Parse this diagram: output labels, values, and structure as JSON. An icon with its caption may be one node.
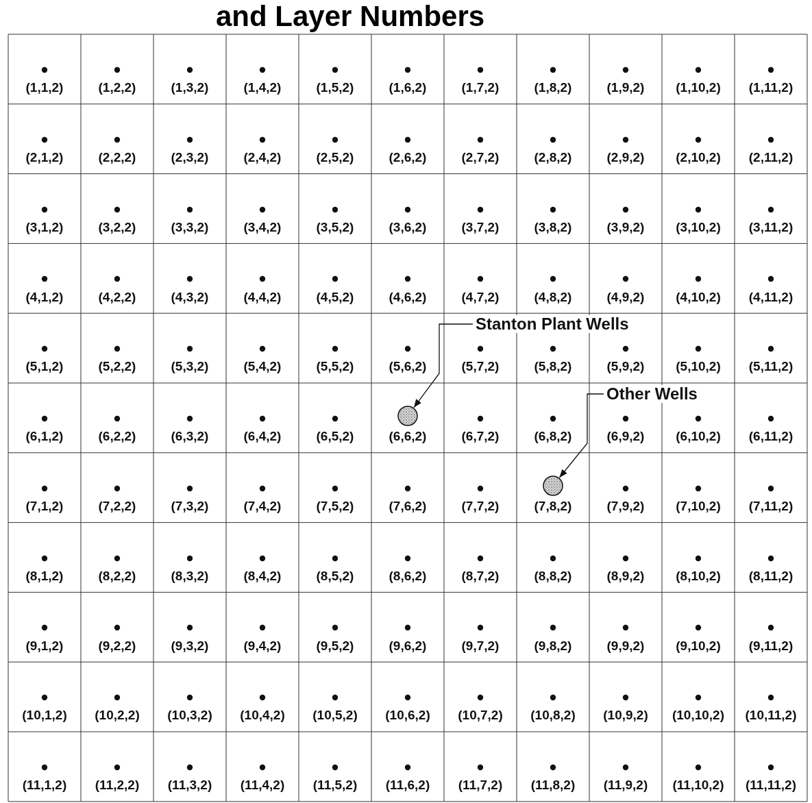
{
  "diagram": {
    "title": "and Layer Numbers",
    "nodes": [
      {
        "text": [
          "(1,1,2)"
        ]
      },
      {
        "text": [
          "(1,2,2)"
        ]
      },
      {
        "text": [
          "(1,3,2)"
        ]
      },
      {
        "text": [
          "(1,4,2)"
        ]
      },
      {
        "text": [
          "(1,5,2)"
        ]
      },
      {
        "text": [
          "(1,6,2)"
        ]
      },
      {
        "text": [
          "(1,7,2)"
        ]
      },
      {
        "text": [
          "(1,8,2)"
        ]
      },
      {
        "text": [
          "(1,9,2)"
        ]
      },
      {
        "text": [
          "(1,10,2)"
        ]
      },
      {
        "text": [
          "(1,11,2)"
        ]
      },
      {
        "text": [
          "(2,1,2)"
        ]
      },
      {
        "text": [
          "(2,2,2)"
        ]
      },
      {
        "text": [
          "(2,3,2)"
        ]
      },
      {
        "text": [
          "(2,4,2)"
        ]
      },
      {
        "text": [
          "(2,5,2)"
        ]
      },
      {
        "text": [
          "(2,6,2)"
        ]
      },
      {
        "text": [
          "(2,7,2)"
        ]
      },
      {
        "text": [
          "(2,8,2)"
        ]
      },
      {
        "text": [
          "(2,9,2)"
        ]
      },
      {
        "text": [
          "(2,10,2)"
        ]
      },
      {
        "text": [
          "(2,11,2)"
        ]
      },
      {
        "text": [
          "(3,1,2)"
        ]
      },
      {
        "text": [
          "(3,2,2)"
        ]
      },
      {
        "text": [
          "(3,3,2)"
        ]
      },
      {
        "text": [
          "(3,4,2)"
        ]
      },
      {
        "text": [
          "(3,5,2)"
        ]
      },
      {
        "text": [
          "(3,6,2)"
        ]
      },
      {
        "text": [
          "(3,7,2)"
        ]
      },
      {
        "text": [
          "(3,8,2)"
        ]
      },
      {
        "text": [
          "(3,9,2)"
        ]
      },
      {
        "text": [
          "(3,10,2)"
        ]
      },
      {
        "text": [
          "(3,11,2)"
        ]
      },
      {
        "text": [
          "(4,1,2)"
        ]
      },
      {
        "text": [
          "(4,2,2)"
        ]
      },
      {
        "text": [
          "(4,3,2)"
        ]
      },
      {
        "text": [
          "(4,4,2)"
        ]
      },
      {
        "text": [
          "(4,5,2)"
        ]
      },
      {
        "text": [
          "(4,6,2)"
        ]
      },
      {
        "text": [
          "(4,7,2)"
        ]
      },
      {
        "text": [
          "(4,8,2)"
        ]
      },
      {
        "text": [
          "(4,9,2)"
        ]
      },
      {
        "text": [
          "(4,10,2)"
        ]
      },
      {
        "text": [
          "(4,11,2)"
        ]
      },
      {
        "text": [
          "(5,1,2)"
        ]
      },
      {
        "text": [
          "(5,2,2)"
        ]
      },
      {
        "text": [
          "(5,3,2)"
        ]
      },
      {
        "text": [
          "(5,4,2)"
        ]
      },
      {
        "text": [
          "(5,5,2)"
        ]
      },
      {
        "text": [
          "(5,6,2)"
        ]
      },
      {
        "text": [
          "(5,7,2)"
        ]
      },
      {
        "text": [
          "(5,8,2)"
        ]
      },
      {
        "text": [
          "(5,9,2)"
        ]
      },
      {
        "text": [
          "(5,10,2)"
        ]
      },
      {
        "text": [
          "(5,11,2)"
        ]
      },
      {
        "text": [
          "(6,1,2)"
        ]
      },
      {
        "text": [
          "(6,2,2)"
        ]
      },
      {
        "text": [
          "(6,3,2)"
        ]
      },
      {
        "text": [
          "(6,4,2)"
        ]
      },
      {
        "text": [
          "(6,5,2)"
        ]
      },
      {
        "text": [
          "(6,6,2)"
        ]
      },
      {
        "text": [
          "(6,7,2)"
        ]
      },
      {
        "text": [
          "(6,8,2)"
        ]
      },
      {
        "text": [
          "(6,9,2)"
        ]
      },
      {
        "text": [
          "(6,10,2)"
        ]
      },
      {
        "text": [
          "(6,11,2)"
        ]
      },
      {
        "text": [
          "(7,1,2)"
        ]
      },
      {
        "text": [
          "(7,2,2)"
        ]
      },
      {
        "text": [
          "(7,3,2)"
        ]
      },
      {
        "text": [
          "(7,4,2)"
        ]
      },
      {
        "text": [
          "(7,5,2)"
        ]
      },
      {
        "text": [
          "(7,6,2)"
        ]
      },
      {
        "text": [
          "(7,7,2)"
        ]
      },
      {
        "text": [
          "(7,8,2)"
        ]
      },
      {
        "text": [
          "(7,9,2)"
        ]
      },
      {
        "text": [
          "(7,10,2)"
        ]
      },
      {
        "text": [
          "(7,11,2)"
        ]
      },
      {
        "text": [
          "(8,1,2)"
        ]
      },
      {
        "text": [
          "(8,2,2)"
        ]
      },
      {
        "text": [
          "(8,3,2)"
        ]
      },
      {
        "text": [
          "(8,4,2)"
        ]
      },
      {
        "text": [
          "(8,5,2)"
        ]
      },
      {
        "text": [
          "(8,6,2)"
        ]
      },
      {
        "text": [
          "(8,7,2)"
        ]
      },
      {
        "text": [
          "(8,8,2)"
        ]
      },
      {
        "text": [
          "(8,9,2)"
        ]
      },
      {
        "text": [
          "(8,10,2)"
        ]
      },
      {
        "text": [
          "(8,11,2)"
        ]
      },
      {
        "text": [
          "(9,1,2)"
        ]
      },
      {
        "text": [
          "(9,2,2)"
        ]
      },
      {
        "text": [
          "(9,3,2)"
        ]
      },
      {
        "text": [
          "(9,4,2)"
        ]
      },
      {
        "text": [
          "(9,5,2)"
        ]
      },
      {
        "text": [
          "(9,6,2)"
        ]
      },
      {
        "text": [
          "(9,7,2)"
        ]
      },
      {
        "text": [
          "(9,8,2)"
        ]
      },
      {
        "text": [
          "(9,9,2)"
        ]
      },
      {
        "text": [
          "(9,10,2)"
        ]
      },
      {
        "text": [
          "(9,11,2)"
        ]
      },
      {
        "text": [
          "(10,1,2)"
        ]
      },
      {
        "text": [
          "(10,2,2)"
        ]
      },
      {
        "text": [
          "(10,3,2)"
        ]
      },
      {
        "text": [
          "(10,4,2)"
        ]
      },
      {
        "text": [
          "(10,5,2)"
        ]
      },
      {
        "text": [
          "(10,6,2)"
        ]
      },
      {
        "text": [
          "(10,7,2)"
        ]
      },
      {
        "text": [
          "(10,8,2)"
        ]
      },
      {
        "text": [
          "(10,9,2)"
        ]
      },
      {
        "text": [
          "(10,10,2)"
        ]
      },
      {
        "text": [
          "(10,11,2)"
        ]
      },
      {
        "text": [
          "(11,1,2)"
        ]
      },
      {
        "text": [
          "(11,2,2)"
        ]
      },
      {
        "text": [
          "(11,3,2)"
        ]
      },
      {
        "text": [
          "(11,4,2)"
        ]
      },
      {
        "text": [
          "(11,5,2)"
        ]
      },
      {
        "text": [
          "(11,6,2)"
        ]
      },
      {
        "text": [
          "(11,7,2)"
        ]
      },
      {
        "text": [
          "(11,8,2)"
        ]
      },
      {
        "text": [
          "(11,9,2)"
        ]
      },
      {
        "text": [
          "(11,10,2)"
        ]
      },
      {
        "text": [
          "(11,11,2)"
        ]
      },
      {
        "text": [
          "Stanton Plant Wells"
        ]
      },
      {
        "text": [],
        "shape": "circle",
        "in": 60
      },
      {
        "text": [
          "Other Wells"
        ]
      },
      {
        "text": [],
        "shape": "circle",
        "in": 73
      }
    ],
    "edges": [
      {
        "from": 121,
        "to": 122,
        "arrow": "to"
      },
      {
        "from": 123,
        "to": 124,
        "arrow": "to"
      }
    ]
  }
}
